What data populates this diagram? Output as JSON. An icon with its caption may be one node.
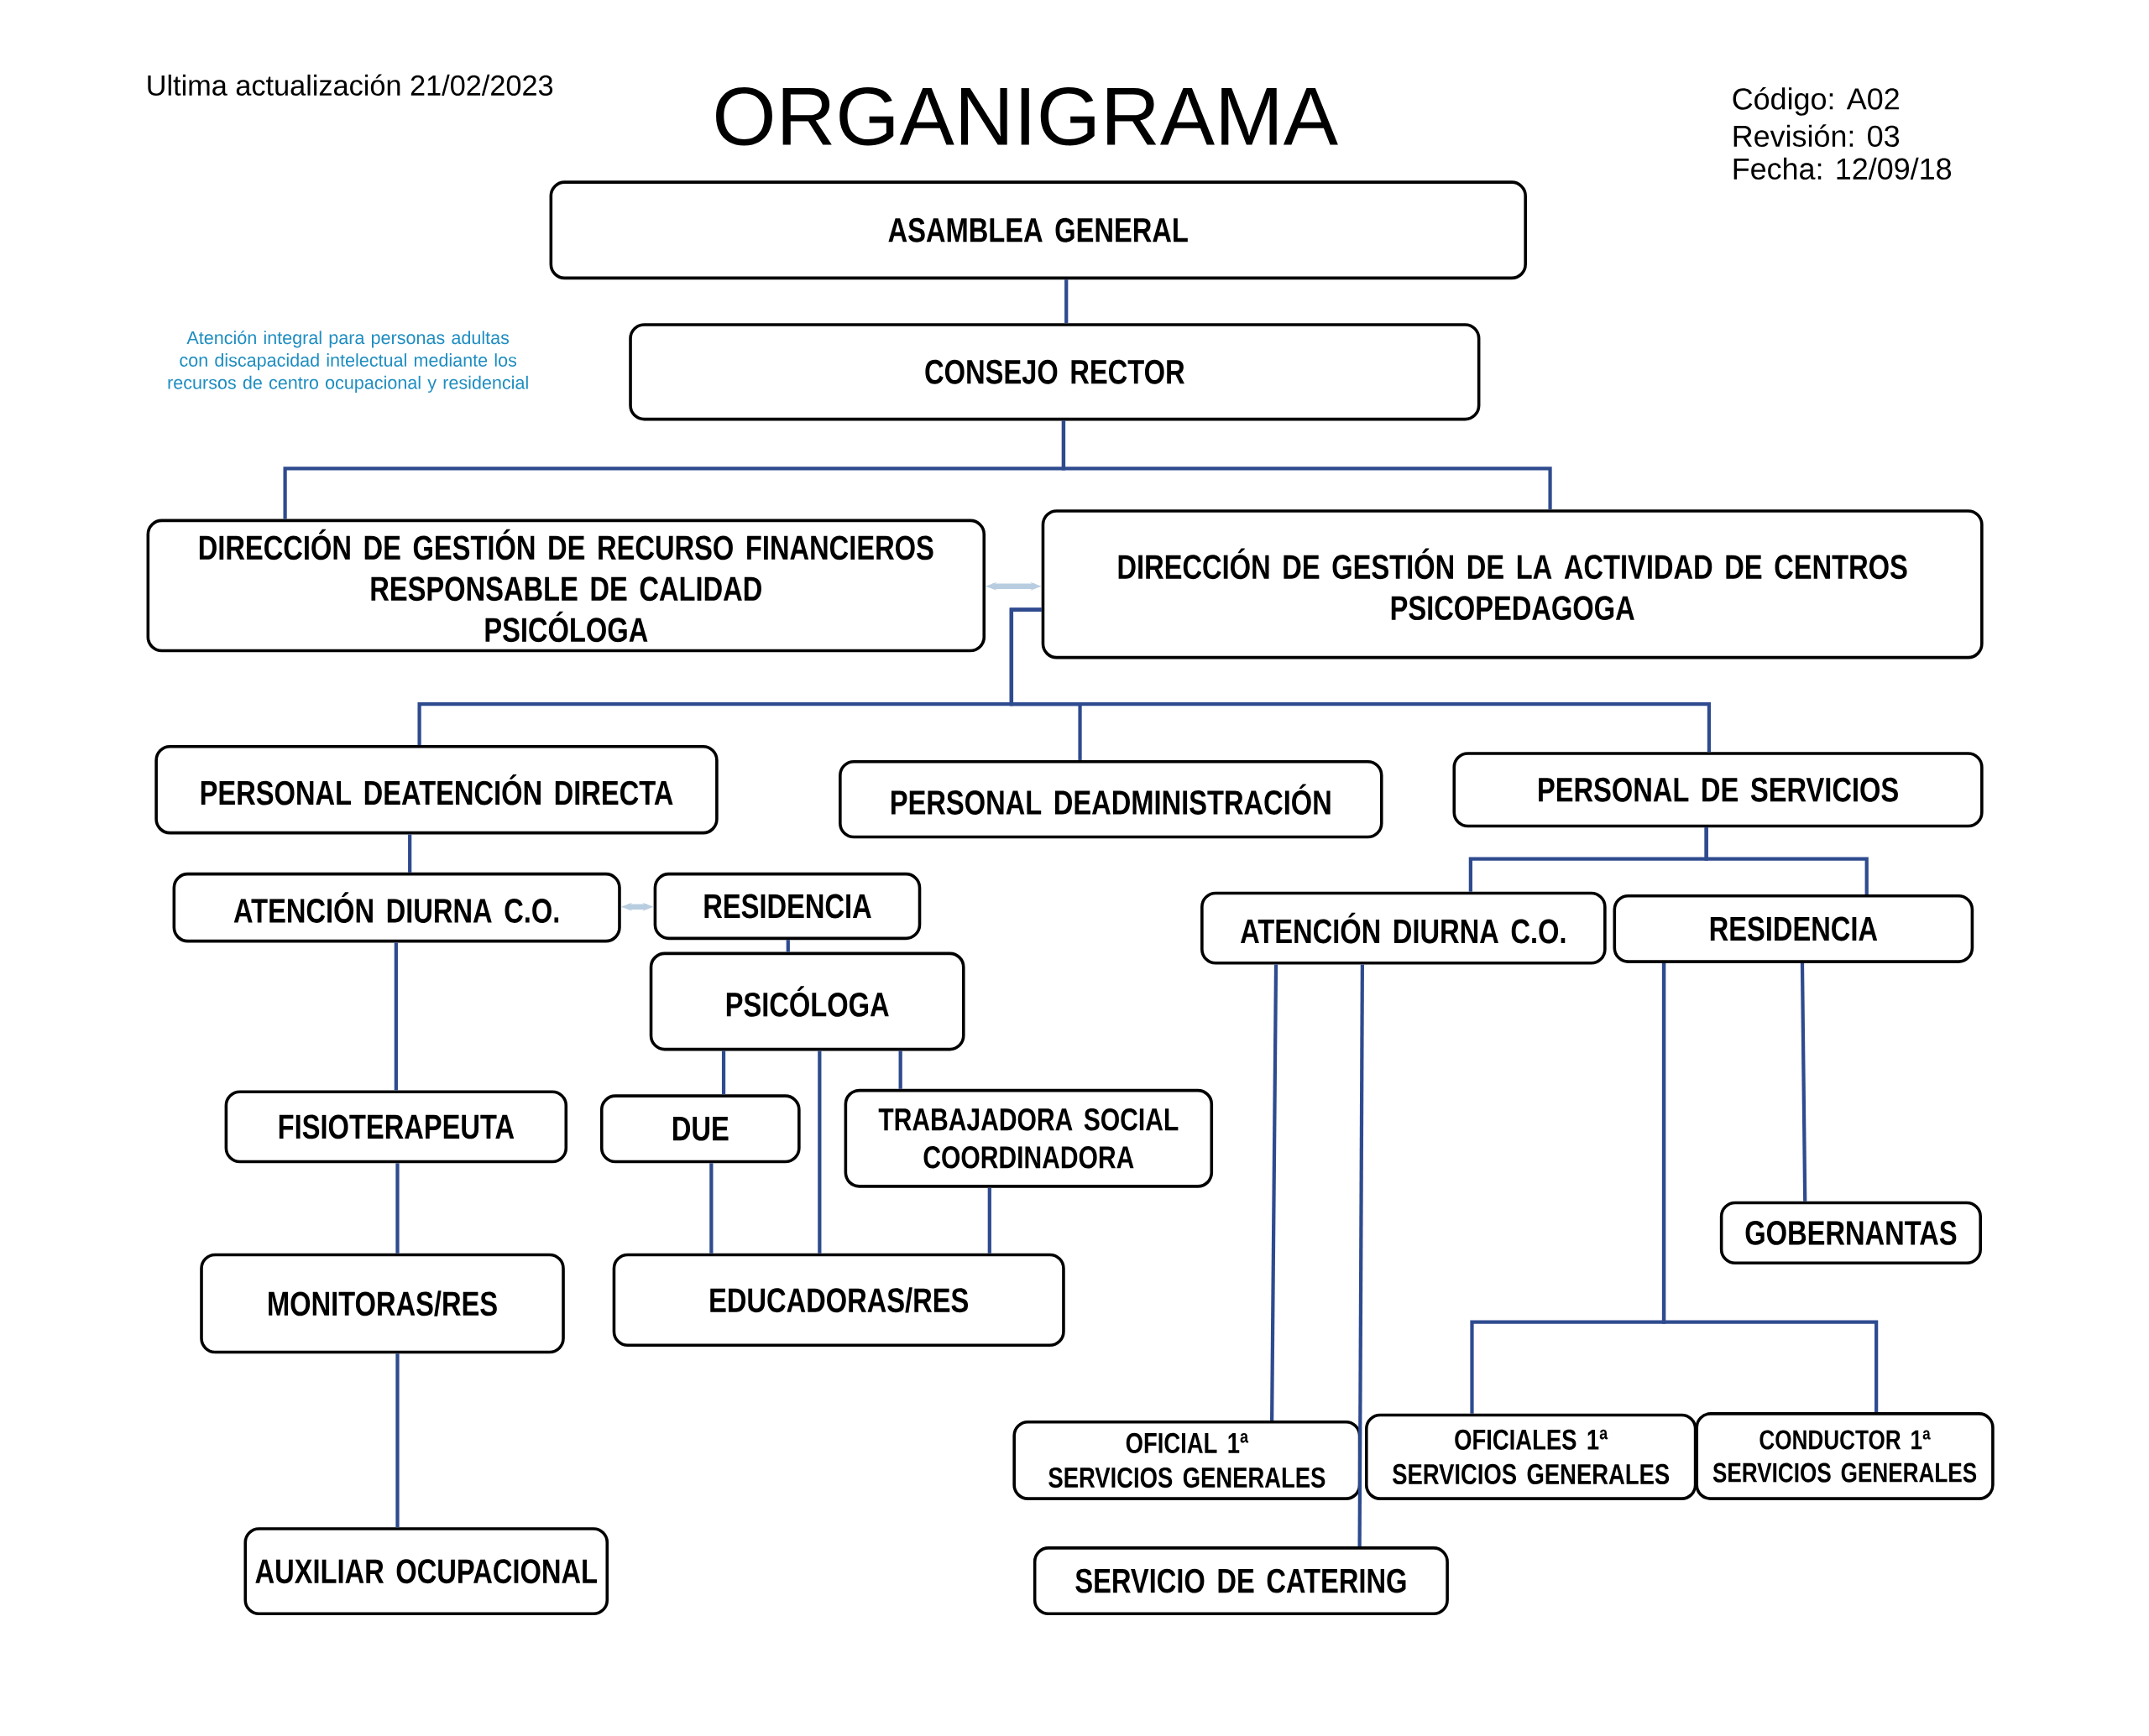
{
  "diagram": {
    "title": "ORGANIGRAMA",
    "nodes": [
      {
        "text": [
          "ASAMBLEA GENERAL"
        ]
      },
      {
        "text": [
          "CONSEJO RECTOR"
        ]
      },
      {
        "text": [
          "DIRECCIÓN DE GESTIÓN DE RECURSO FINANCIEROS",
          "RESPONSABLE DE CALIDAD",
          "PSICÓLOGA"
        ]
      },
      {
        "text": [
          "DIRECCIÓN DE GESTIÓN DE LA ACTIVIDAD DE CENTROS",
          "PSICOPEDAGOGA"
        ]
      },
      {
        "text": [
          "PERSONAL DEATENCIÓN DIRECTA"
        ]
      },
      {
        "text": [
          "PERSONAL DEADMINISTRACIÓN"
        ]
      },
      {
        "text": [
          "PERSONAL DE SERVICIOS"
        ]
      },
      {
        "text": [
          "ATENCIÓN DIURNA C.O."
        ]
      },
      {
        "text": [
          "RESIDENCIA"
        ]
      },
      {
        "text": [
          "PSICÓLOGA"
        ]
      },
      {
        "text": [
          "FISIOTERAPEUTA"
        ]
      },
      {
        "text": [
          "DUE"
        ]
      },
      {
        "text": [
          "TRABAJADORA SOCIAL",
          "COORDINADORA"
        ]
      },
      {
        "text": [
          "MONITORAS/RES"
        ]
      },
      {
        "text": [
          "EDUCADORAS/RES"
        ]
      },
      {
        "text": [
          "AUXILIAR OCUPACIONAL"
        ]
      },
      {
        "text": [
          "ATENCIÓN DIURNA C.O."
        ]
      },
      {
        "text": [
          "RESIDENCIA"
        ]
      },
      {
        "text": [
          "GOBERNANTAS"
        ]
      },
      {
        "text": [
          "OFICIAL 1ª",
          "SERVICIOS GENERALES"
        ]
      },
      {
        "text": [
          "OFICIALES 1ª",
          "SERVICIOS GENERALES"
        ]
      },
      {
        "text": [
          "CONDUCTOR 1ª",
          "SERVICIOS GENERALES"
        ]
      },
      {
        "text": [
          "SERVICIO DE CATERING"
        ]
      }
    ],
    "edges": [
      {
        "from": 0,
        "to": 1,
        "arrow": "none"
      },
      {
        "from": 1,
        "to": 2,
        "arrow": "none"
      },
      {
        "from": 1,
        "to": 3,
        "arrow": "none"
      },
      {
        "from": 2,
        "to": 3,
        "arrow": "both",
        "color": "#b8cde0"
      },
      {
        "from": 3,
        "to": 4,
        "arrow": "none"
      },
      {
        "from": 3,
        "to": 5,
        "arrow": "none"
      },
      {
        "from": 3,
        "to": 6,
        "arrow": "none"
      },
      {
        "from": 4,
        "to": 7,
        "arrow": "none"
      },
      {
        "from": 7,
        "to": 8,
        "arrow": "both",
        "color": "#b8cde0"
      },
      {
        "from": 8,
        "to": 9,
        "arrow": "none"
      },
      {
        "from": 7,
        "to": 10,
        "arrow": "none"
      },
      {
        "from": 9,
        "to": 11,
        "arrow": "none"
      },
      {
        "from": 9,
        "to": 14,
        "arrow": "none"
      },
      {
        "from": 9,
        "to": 12,
        "arrow": "none"
      },
      {
        "from": 10,
        "to": 13,
        "arrow": "none"
      },
      {
        "from": 11,
        "to": 14,
        "arrow": "none"
      },
      {
        "from": 12,
        "to": 14,
        "arrow": "none"
      },
      {
        "from": 13,
        "to": 15,
        "arrow": "none"
      },
      {
        "from": 6,
        "to": 16,
        "arrow": "none"
      },
      {
        "from": 6,
        "to": 17,
        "arrow": "none"
      },
      {
        "from": 16,
        "to": 19,
        "arrow": "none"
      },
      {
        "from": 16,
        "to": 22,
        "arrow": "none"
      },
      {
        "from": 17,
        "to": 18,
        "arrow": "none"
      },
      {
        "from": 17,
        "to": 20,
        "arrow": "none"
      },
      {
        "from": 17,
        "to": 21,
        "arrow": "none"
      }
    ],
    "labels": [
      "Ultima actualización 21/02/2023",
      "Código: A02",
      "Revisión: 03",
      "Fecha: 12/09/18",
      "Atención integral para personas adultas con discapacidad intelectual mediante los recursos de centro ocupacional y residencial"
    ]
  }
}
